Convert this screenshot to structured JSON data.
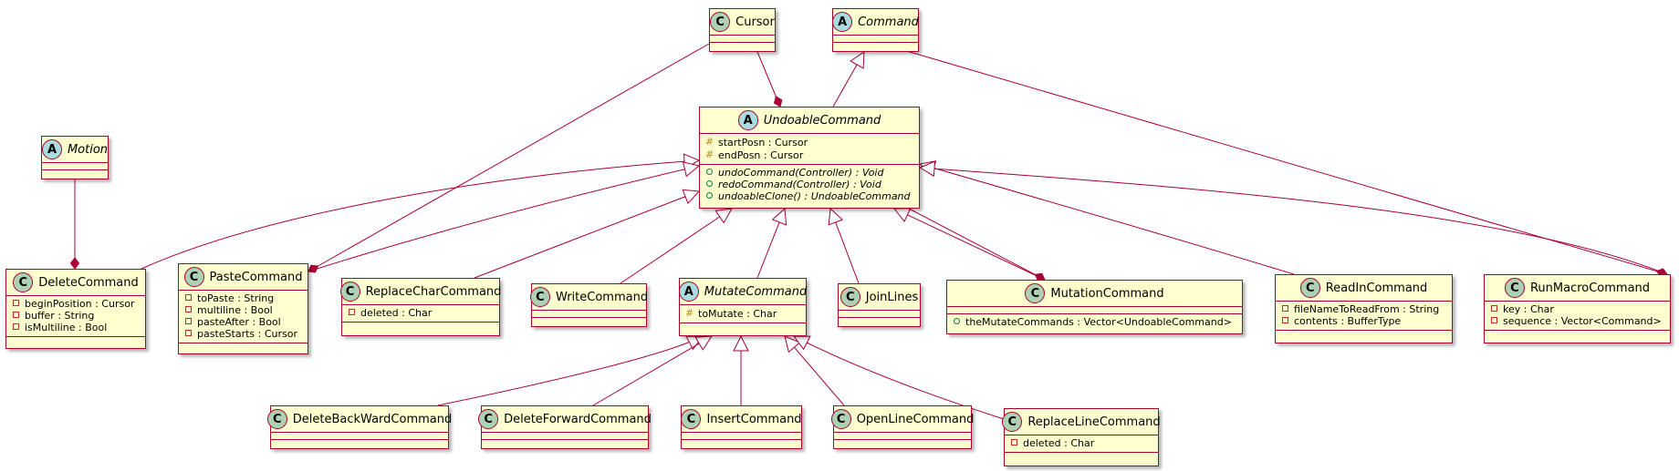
{
  "diagram": {
    "classes": [
      {
        "id": "cursor",
        "kind": "C",
        "name": "Cursor",
        "abstract": false,
        "attributes": [],
        "operations": []
      },
      {
        "id": "command",
        "kind": "A",
        "name": "Command",
        "abstract": true,
        "attributes": [],
        "operations": []
      },
      {
        "id": "undoable",
        "kind": "A",
        "name": "UndoableCommand",
        "abstract": true,
        "attributes": [
          {
            "vis": "protected",
            "text": "startPosn : Cursor"
          },
          {
            "vis": "protected",
            "text": "endPosn : Cursor"
          }
        ],
        "operations": [
          {
            "vis": "public",
            "text": "undoCommand(Controller) : Void",
            "abstract": true
          },
          {
            "vis": "public",
            "text": "redoCommand(Controller) : Void",
            "abstract": true
          },
          {
            "vis": "public",
            "text": "undoableClone() : UndoableCommand",
            "abstract": true
          }
        ]
      },
      {
        "id": "motion",
        "kind": "A",
        "name": "Motion",
        "abstract": true,
        "attributes": [],
        "operations": []
      },
      {
        "id": "delete",
        "kind": "C",
        "name": "DeleteCommand",
        "abstract": false,
        "attributes": [
          {
            "vis": "private",
            "text": "beginPosition : Cursor"
          },
          {
            "vis": "private",
            "text": "buffer : String"
          },
          {
            "vis": "private",
            "text": "isMultiline : Bool"
          }
        ],
        "operations": []
      },
      {
        "id": "paste",
        "kind": "C",
        "name": "PasteCommand",
        "abstract": false,
        "attributes": [
          {
            "vis": "private",
            "text": "toPaste : String"
          },
          {
            "vis": "private",
            "text": "multiline : Bool"
          },
          {
            "vis": "private",
            "text": "pasteAfter : Bool"
          },
          {
            "vis": "private",
            "text": "pasteStarts : Cursor"
          }
        ],
        "operations": []
      },
      {
        "id": "replacechar",
        "kind": "C",
        "name": "ReplaceCharCommand",
        "abstract": false,
        "attributes": [
          {
            "vis": "private",
            "text": "deleted : Char"
          }
        ],
        "operations": []
      },
      {
        "id": "write",
        "kind": "C",
        "name": "WriteCommand",
        "abstract": false,
        "attributes": [],
        "operations": []
      },
      {
        "id": "mutate",
        "kind": "A",
        "name": "MutateCommand",
        "abstract": true,
        "attributes": [
          {
            "vis": "protected",
            "text": "toMutate : Char"
          }
        ],
        "operations": []
      },
      {
        "id": "joinlines",
        "kind": "C",
        "name": "JoinLines",
        "abstract": false,
        "attributes": [],
        "operations": []
      },
      {
        "id": "mutation",
        "kind": "C",
        "name": "MutationCommand",
        "abstract": false,
        "attributes": [],
        "operations": [
          {
            "vis": "public",
            "text": "theMutateCommands : Vector<UndoableCommand>",
            "abstract": false
          }
        ]
      },
      {
        "id": "readin",
        "kind": "C",
        "name": "ReadInCommand",
        "abstract": false,
        "attributes": [
          {
            "vis": "private",
            "text": "fileNameToReadFrom : String"
          },
          {
            "vis": "private",
            "text": "contents : BufferType"
          }
        ],
        "operations": []
      },
      {
        "id": "runmacro",
        "kind": "C",
        "name": "RunMacroCommand",
        "abstract": false,
        "attributes": [
          {
            "vis": "private",
            "text": "key : Char"
          },
          {
            "vis": "private",
            "text": "sequence : Vector<Command>"
          }
        ],
        "operations": []
      },
      {
        "id": "delback",
        "kind": "C",
        "name": "DeleteBackWardCommand",
        "abstract": false,
        "attributes": [],
        "operations": []
      },
      {
        "id": "delfwd",
        "kind": "C",
        "name": "DeleteForwardCommand",
        "abstract": false,
        "attributes": [],
        "operations": []
      },
      {
        "id": "insert",
        "kind": "C",
        "name": "InsertCommand",
        "abstract": false,
        "attributes": [],
        "operations": []
      },
      {
        "id": "openline",
        "kind": "C",
        "name": "OpenLineCommand",
        "abstract": false,
        "attributes": [],
        "operations": []
      },
      {
        "id": "replaceline",
        "kind": "C",
        "name": "ReplaceLineCommand",
        "abstract": false,
        "attributes": [
          {
            "vis": "private",
            "text": "deleted : Char"
          }
        ],
        "operations": []
      }
    ],
    "relations": [
      {
        "from": "cursor",
        "to": "undoable",
        "type": "composition"
      },
      {
        "from": "undoable",
        "to": "command",
        "type": "inheritance"
      },
      {
        "from": "command",
        "to": "runmacro",
        "type": "composition"
      },
      {
        "from": "cursor",
        "to": "paste",
        "type": "composition"
      },
      {
        "from": "motion",
        "to": "delete",
        "type": "composition"
      },
      {
        "from": "delete",
        "to": "undoable",
        "type": "inheritance"
      },
      {
        "from": "paste",
        "to": "undoable",
        "type": "inheritance"
      },
      {
        "from": "replacechar",
        "to": "undoable",
        "type": "inheritance"
      },
      {
        "from": "write",
        "to": "undoable",
        "type": "inheritance"
      },
      {
        "from": "mutate",
        "to": "undoable",
        "type": "inheritance"
      },
      {
        "from": "joinlines",
        "to": "undoable",
        "type": "inheritance"
      },
      {
        "from": "mutation",
        "to": "undoable",
        "type": "inheritance"
      },
      {
        "from": "undoable",
        "to": "mutation",
        "type": "composition"
      },
      {
        "from": "readin",
        "to": "undoable",
        "type": "inheritance"
      },
      {
        "from": "runmacro",
        "to": "undoable",
        "type": "inheritance"
      },
      {
        "from": "delback",
        "to": "mutate",
        "type": "inheritance"
      },
      {
        "from": "delfwd",
        "to": "mutate",
        "type": "inheritance"
      },
      {
        "from": "insert",
        "to": "mutate",
        "type": "inheritance"
      },
      {
        "from": "openline",
        "to": "mutate",
        "type": "inheritance"
      },
      {
        "from": "replaceline",
        "to": "mutate",
        "type": "inheritance"
      }
    ],
    "colors": {
      "class_fill": "#FEFECE",
      "border": "#A80036",
      "class_spot": "#ADD1B2",
      "abstract_spot": "#A9DCDF"
    }
  }
}
